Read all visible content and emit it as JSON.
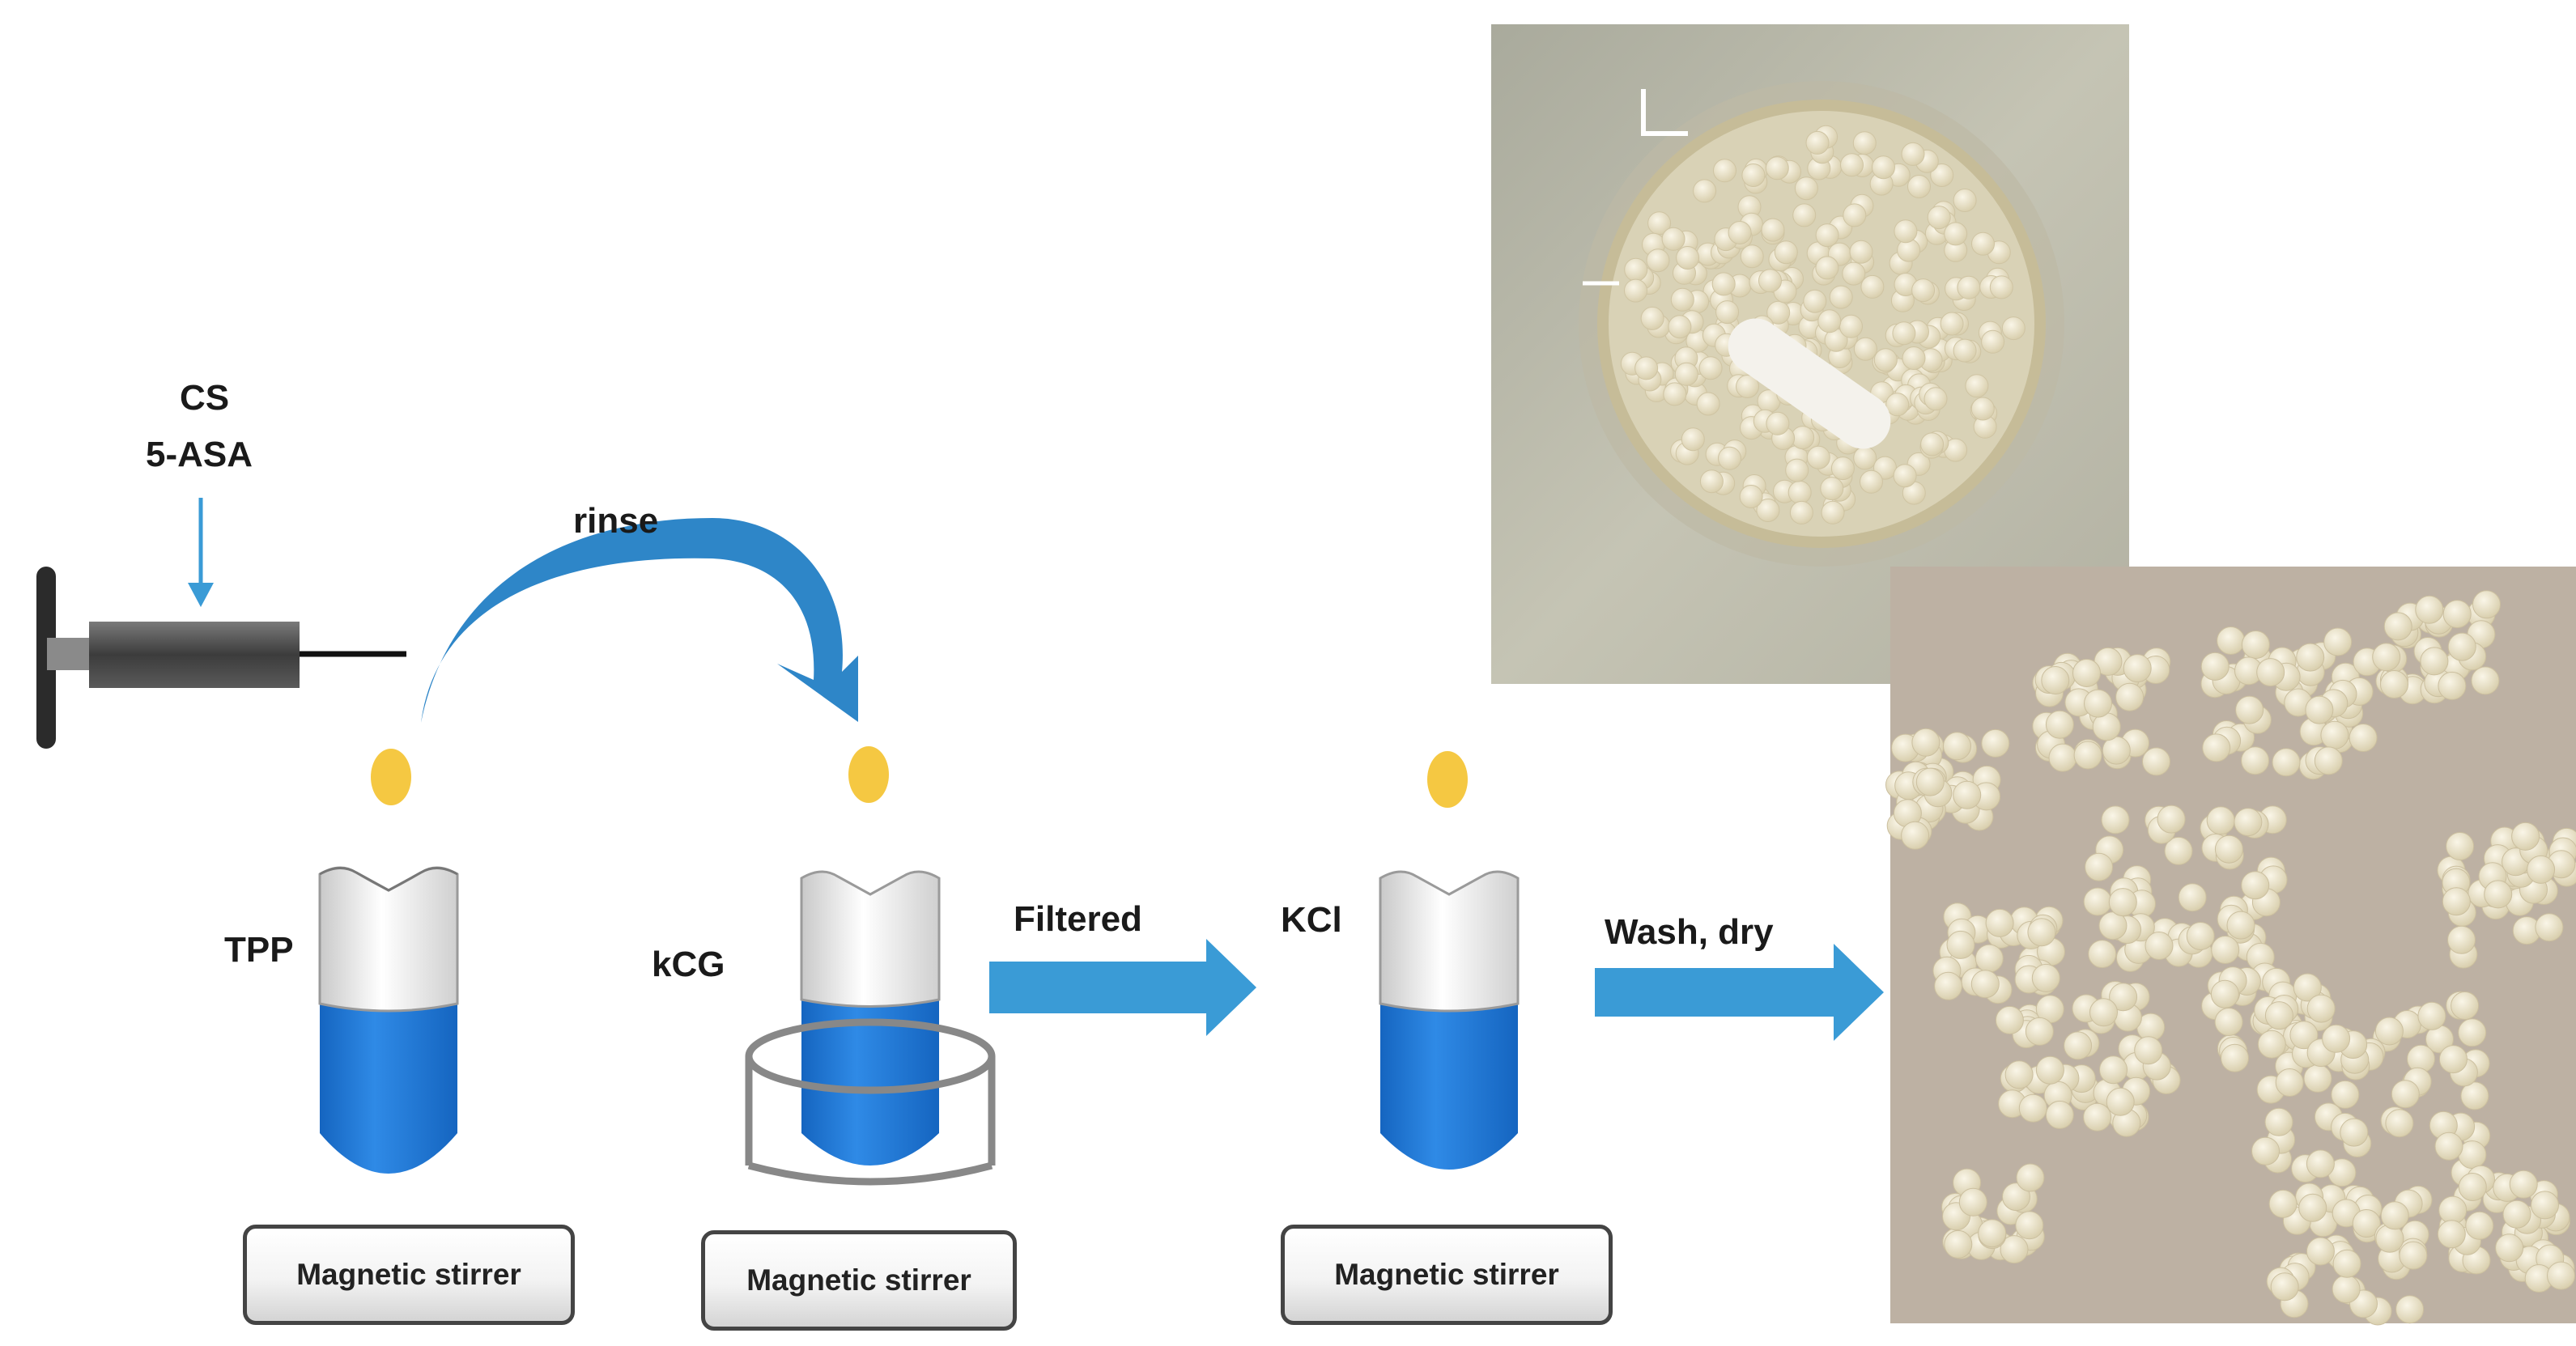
{
  "labels": {
    "cs": "CS",
    "asa": "5-ASA",
    "rinse": "rinse",
    "tpp": "TPP",
    "kcg": "kCG",
    "filtered": "Filtered",
    "kcl": "KCl",
    "wash_dry": "Wash, dry"
  },
  "stirrers": {
    "s1": "Magnetic stirrer",
    "s2": "Magnetic stirrer",
    "s3": "Magnetic stirrer"
  },
  "colors": {
    "arrow_blue": "#3a9bd6",
    "liquid_blue": "#1f78d1",
    "droplet": "#f5c842",
    "syringe_body": "#555555"
  },
  "photos": {
    "top": "beaker-with-beads-photo",
    "bottom": "dried-beads-photo"
  }
}
